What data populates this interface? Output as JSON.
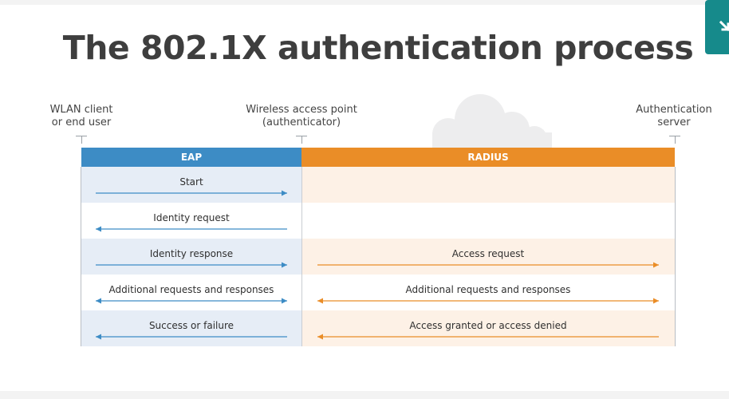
{
  "title": "The 802.1X authentication process",
  "endpoints": {
    "client": [
      "WLAN client",
      "or end user"
    ],
    "access_point": [
      "Wireless access point",
      "(authenticator)"
    ],
    "server": [
      "Authentication",
      "server"
    ]
  },
  "headers": {
    "eap": "EAP",
    "radius": "RADIUS"
  },
  "colors": {
    "eap": "#3d8cc5",
    "radius": "#ea8d27",
    "eap_band": "#e6edf6",
    "radius_band": "#fdf1e6",
    "title": "#3e3e3e",
    "badge": "#168a8b"
  },
  "rows": [
    {
      "eap_label": "Start",
      "eap_dir": "right",
      "radius_label": "",
      "radius_dir": "none",
      "shaded": true
    },
    {
      "eap_label": "Identity request",
      "eap_dir": "left",
      "radius_label": "",
      "radius_dir": "none",
      "shaded": false
    },
    {
      "eap_label": "Identity response",
      "eap_dir": "right",
      "radius_label": "Access request",
      "radius_dir": "right",
      "shaded": true
    },
    {
      "eap_label": "Additional requests and responses",
      "eap_dir": "both",
      "radius_label": "Additional requests and responses",
      "radius_dir": "both",
      "shaded": false
    },
    {
      "eap_label": "Success or failure",
      "eap_dir": "left",
      "radius_label": "Access granted or access denied",
      "radius_dir": "left",
      "shaded": true
    }
  ],
  "icons": {
    "cloud": "cloud-icon",
    "corner": "arrow-icon"
  }
}
